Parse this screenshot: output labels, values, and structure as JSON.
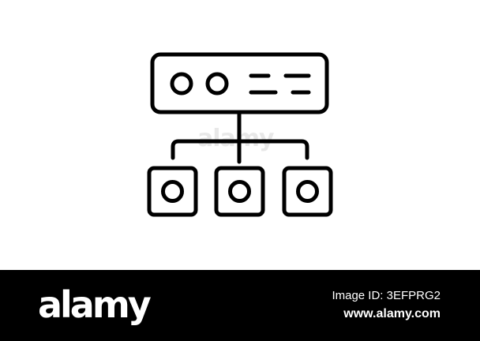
{
  "icon": {
    "name": "server-network-hierarchy-icon",
    "stroke_color": "#000000"
  },
  "watermark": {
    "text": "alamy"
  },
  "footer": {
    "brand": "alamy",
    "image_id": "Image ID: 3EFPRG2",
    "url": "www.alamy.com",
    "background": "#000000",
    "text_color": "#ffffff"
  }
}
